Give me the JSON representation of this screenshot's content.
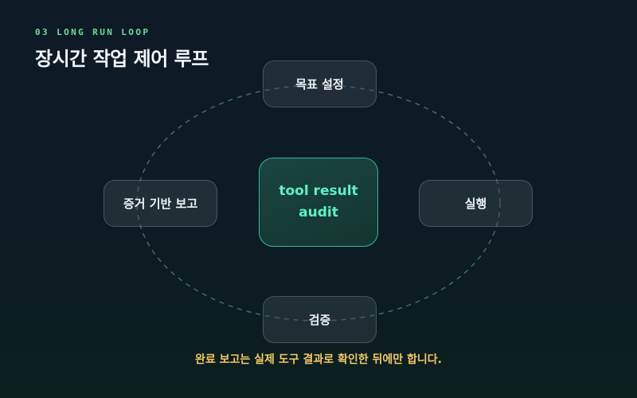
{
  "header": {
    "eyebrow": "03 LONG RUN LOOP",
    "title": "장시간 작업 제어 루프"
  },
  "loop": {
    "center": {
      "line1": "tool result",
      "line2": "audit"
    },
    "nodes": {
      "top": "목표 설정",
      "right": "실행",
      "bottom": "검증",
      "left": "증거 기반 보고"
    }
  },
  "caption": "완료 보고는 실제 도구 결과로 확인한 뒤에만 합니다.",
  "colors": {
    "accent_green": "#6fdc9a",
    "center_text": "#5ff0c6",
    "center_border": "#34b89a",
    "caption": "#f2c866",
    "ring": "#3c7068"
  }
}
